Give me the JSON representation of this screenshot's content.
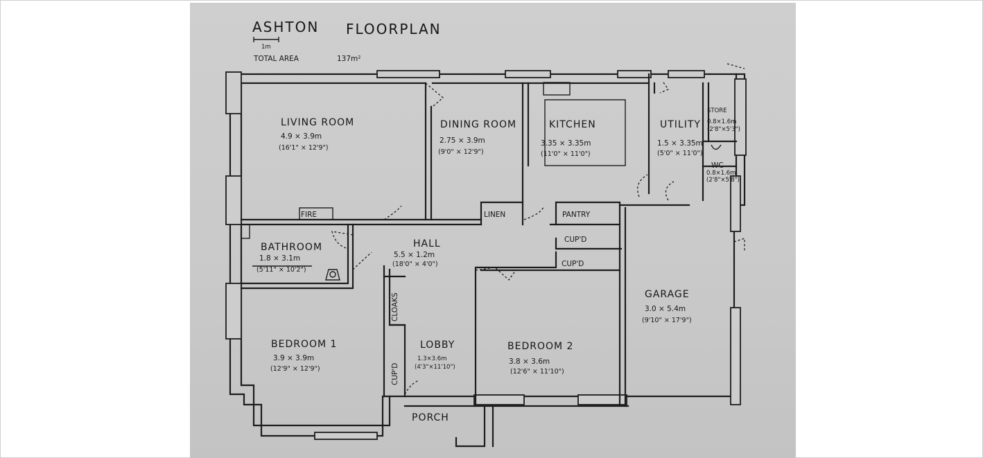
{
  "title": {
    "name": "ASHTON",
    "subtitle": "FLOORPLAN"
  },
  "scale_label": "1m",
  "total_area": {
    "label": "TOTAL AREA",
    "value": "137m²"
  },
  "rooms": {
    "living": {
      "name": "LIVING ROOM",
      "size": "4.9 × 3.9m",
      "imperial": "(16'1\" × 12'9\")"
    },
    "dining": {
      "name": "DINING ROOM",
      "size": "2.75 × 3.9m",
      "imperial": "(9'0\" × 12'9\")"
    },
    "kitchen": {
      "name": "KITCHEN",
      "size": "3.35 × 3.35m",
      "imperial": "(11'0\" × 11'0\")"
    },
    "utility": {
      "name": "UTILITY",
      "size": "1.5 × 3.35m",
      "imperial": "(5'0\" × 11'0\")"
    },
    "store": {
      "name": "STORE",
      "size": "0.8×1.6m",
      "imperial": "(2'8\"×5'3\")"
    },
    "wc": {
      "name": "WC",
      "size": "0.8×1.6m",
      "imperial": "(2'8\"×5'8\")"
    },
    "bathroom": {
      "name": "BATHROOM",
      "size": "1.8 × 3.1m",
      "imperial": "(5'11\" × 10'2\")"
    },
    "hall": {
      "name": "HALL",
      "size": "5.5 × 1.2m",
      "imperial": "(18'0\" × 4'0\")"
    },
    "bedroom1": {
      "name": "BEDROOM 1",
      "size": "3.9 × 3.9m",
      "imperial": "(12'9\" × 12'9\")"
    },
    "bedroom2": {
      "name": "BEDROOM 2",
      "size": "3.8 × 3.6m",
      "imperial": "(12'6\" × 11'10\")"
    },
    "lobby": {
      "name": "LOBBY",
      "size": "1.3×3.6m",
      "imperial": "(4'3\"×11'10\")"
    },
    "garage": {
      "name": "GARAGE",
      "size": "3.0 × 5.4m",
      "imperial": "(9'10\" × 17'9\")"
    }
  },
  "labels": {
    "fire": "FIRE",
    "linen": "LINEN",
    "pantry": "PANTRY",
    "cupd_upper": "CUP'D",
    "cupd_lower": "CUP'D",
    "cloaks": "CLOAKS",
    "cupd_lobby": "CUP'D",
    "porch": "PORCH"
  }
}
